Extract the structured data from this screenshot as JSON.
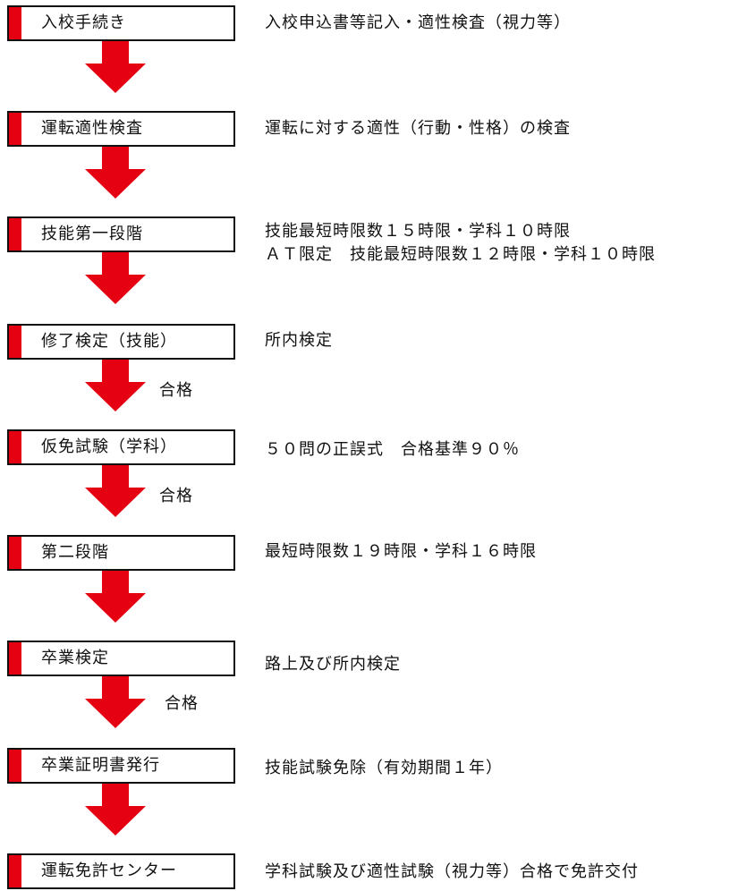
{
  "colors": {
    "accent": "#e50012",
    "border": "#111111"
  },
  "steps": [
    {
      "label": "入校手続き",
      "desc": [
        "入校申込書等記入・適性検査（視力等）"
      ]
    },
    {
      "label": "運転適性検査",
      "desc": [
        "運転に対する適性（行動・性格）の検査"
      ]
    },
    {
      "label": "技能第一段階",
      "desc": [
        "技能最短時限数１５時限・学科１０時限",
        "ＡＴ限定　技能最短時限数１２時限・学科１０時限"
      ]
    },
    {
      "label": "修了検定（技能）",
      "desc": [
        "所内検定"
      ]
    },
    {
      "label": "仮免試験（学科）",
      "desc": [
        "５０問の正誤式　合格基準９０％"
      ]
    },
    {
      "label": "第二段階",
      "desc": [
        "最短時限数１９時限・学科１６時限"
      ]
    },
    {
      "label": "卒業検定",
      "desc": [
        "路上及び所内検定"
      ]
    },
    {
      "label": "卒業証明書発行",
      "desc": [
        "技能試験免除（有効期間１年）"
      ]
    },
    {
      "label": "運転免許センター",
      "desc": [
        "学科試験及び適性試験（視力等）合格で免許交付"
      ]
    }
  ],
  "pass_label": "合格"
}
